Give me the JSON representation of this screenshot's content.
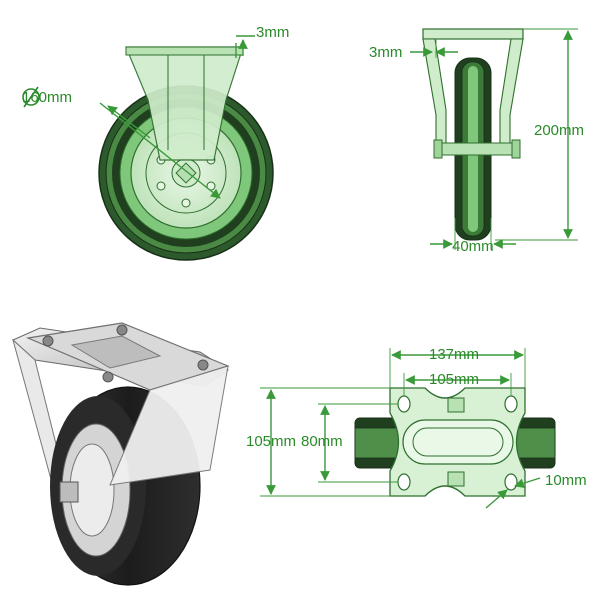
{
  "dimensions": {
    "wheel_diameter": "160mm",
    "plate_thickness_front": "3mm",
    "plate_thickness_side": "3mm",
    "overall_height": "200mm",
    "wheel_width": "40mm",
    "plate_length": "137mm",
    "bolt_spacing_length": "105mm",
    "plate_width": "105mm",
    "bolt_spacing_width": "80mm",
    "bolt_hole": "10mm"
  },
  "colors": {
    "dimension_green": "#2a8a2a",
    "part_light_green": "#cfeccb",
    "tyre_dark": "#1f3f1f"
  }
}
